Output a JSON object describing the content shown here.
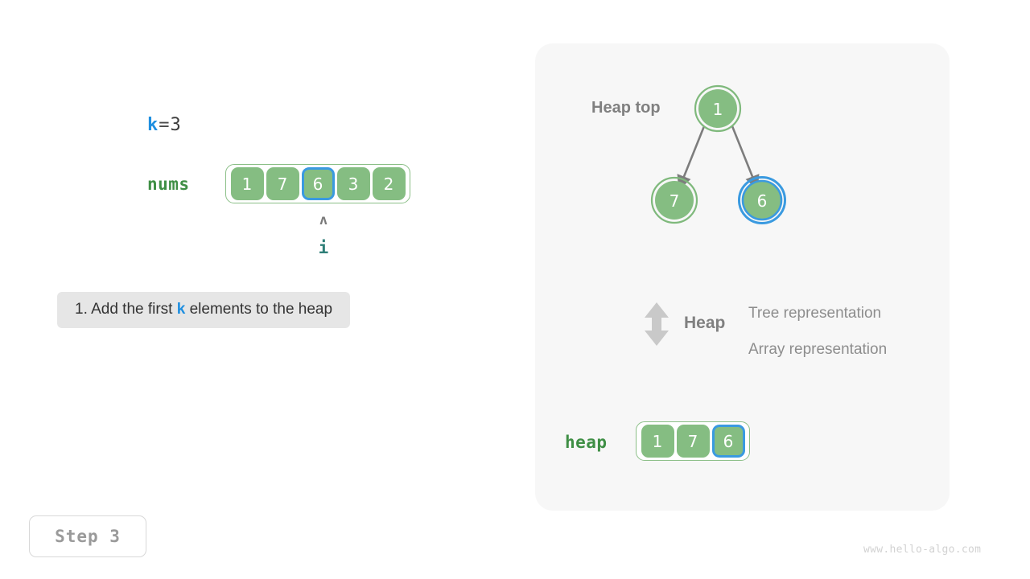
{
  "left": {
    "k_line": {
      "var": "k",
      "eq": "=",
      "value": "3"
    },
    "nums_label": "nums",
    "nums_cells": [
      {
        "value": "1",
        "highlight": false
      },
      {
        "value": "7",
        "highlight": false
      },
      {
        "value": "6",
        "highlight": true
      },
      {
        "value": "3",
        "highlight": false
      },
      {
        "value": "2",
        "highlight": false
      }
    ],
    "pointer": {
      "caret": "ʌ",
      "label": "i"
    },
    "caption": {
      "before": "1. Add the first ",
      "keyword": "k",
      "after": " elements to the heap"
    },
    "step_badge": "Step 3"
  },
  "right": {
    "heap_top_label": "Heap top",
    "tree_nodes": [
      {
        "value": "1",
        "highlight": false
      },
      {
        "value": "7",
        "highlight": false
      },
      {
        "value": "6",
        "highlight": true
      }
    ],
    "legend": {
      "icon": "double-arrow-vertical-icon",
      "title": "Heap",
      "line1": "Tree representation",
      "line2": "Array representation"
    },
    "heap_label": "heap",
    "heap_cells": [
      {
        "value": "1",
        "highlight": false
      },
      {
        "value": "7",
        "highlight": false
      },
      {
        "value": "6",
        "highlight": true
      }
    ]
  },
  "watermark": "www.hello-algo.com",
  "colors": {
    "node_fill": "#85bd82",
    "node_ring": "#7fb97c",
    "highlight_blue": "#3a9ae0",
    "keyword_blue": "#1f8fe0",
    "label_green": "#3f8f45",
    "pointer_teal": "#2f7f78",
    "panel_bg": "#f7f7f7",
    "caption_bg": "#e6e6e6",
    "arrow_gray": "#7d7d7d",
    "muted_gray": "#8d8d8d"
  }
}
